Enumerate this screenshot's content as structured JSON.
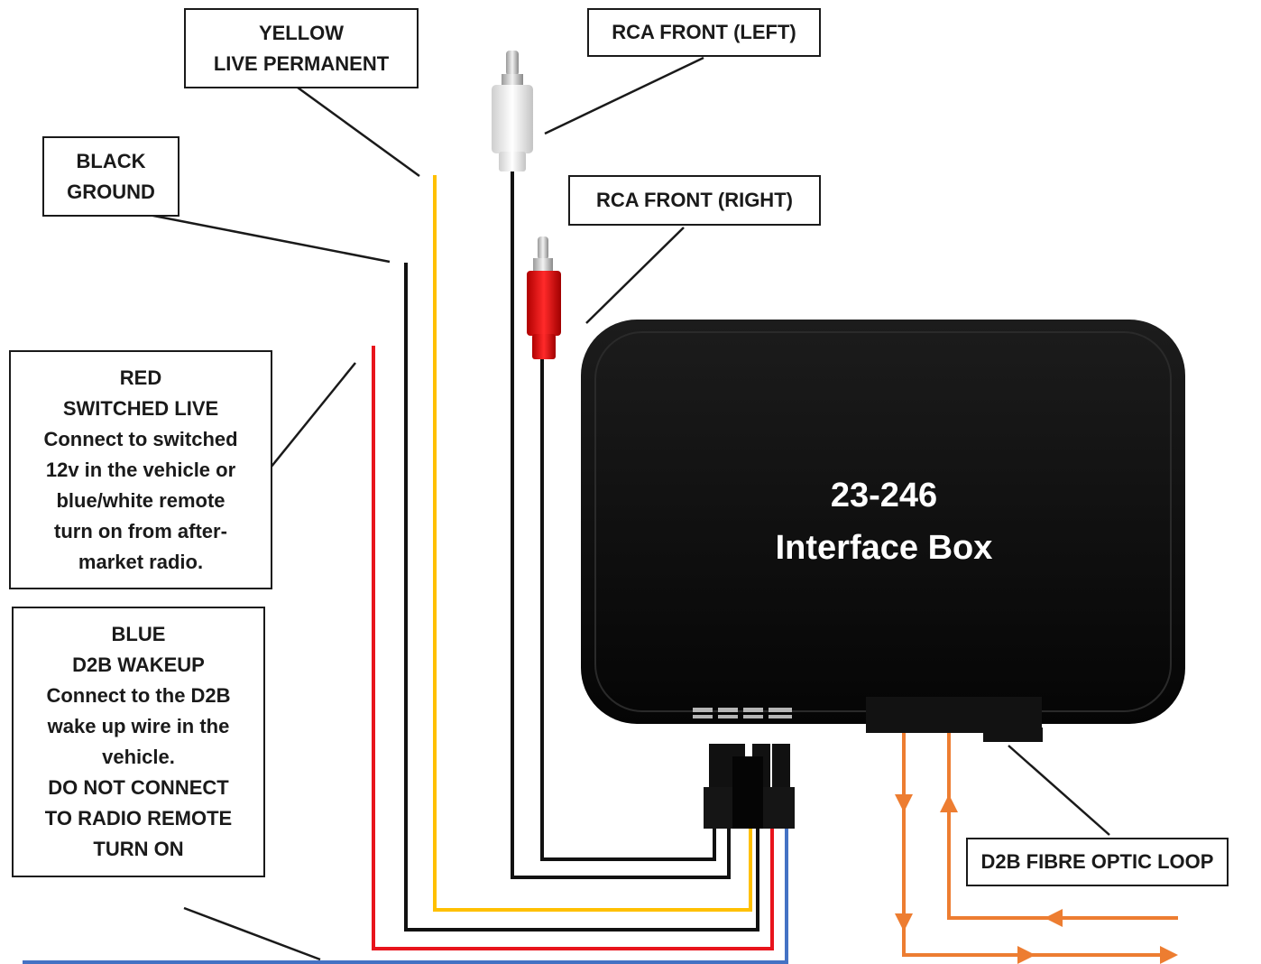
{
  "labels": {
    "yellow": {
      "lines": [
        "YELLOW",
        "LIVE PERMANENT"
      ]
    },
    "rca_left": {
      "lines": [
        "RCA FRONT (LEFT)"
      ]
    },
    "black": {
      "lines": [
        "BLACK",
        "GROUND"
      ]
    },
    "rca_right": {
      "lines": [
        "RCA FRONT (RIGHT)"
      ]
    },
    "red": {
      "lines": [
        "RED",
        "SWITCHED LIVE",
        "Connect to switched",
        "12v in the vehicle or",
        "blue/white remote",
        "turn on from after-",
        "market radio."
      ]
    },
    "blue": {
      "lines": [
        "BLUE",
        "D2B WAKEUP",
        "Connect to the D2B",
        "wake up wire in the",
        "vehicle.",
        "DO NOT CONNECT",
        "TO RADIO REMOTE",
        "TURN ON"
      ]
    },
    "d2b": {
      "lines": [
        "D2B FIBRE OPTIC LOOP"
      ]
    }
  },
  "interface_box": {
    "line1": "23-246",
    "line2": "Interface Box"
  },
  "colors": {
    "yellow_wire": "#FFC000",
    "black_wire": "#111111",
    "red_wire": "#E8141C",
    "blue_wire": "#4472C4",
    "fibre": "#ED7D31",
    "box": "#0b0b0b"
  }
}
